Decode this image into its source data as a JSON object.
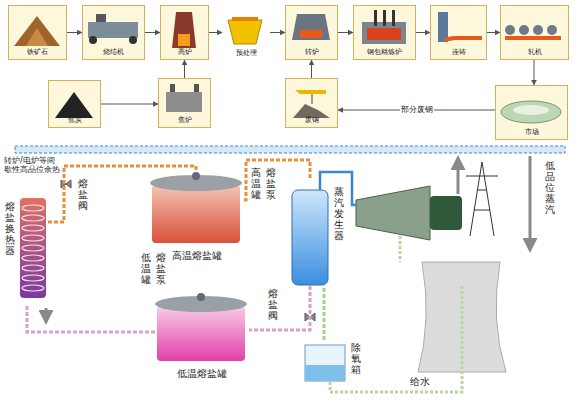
{
  "diagram": {
    "nodes": [
      {
        "text": [
          "铁矿石"
        ]
      },
      {
        "text": [
          "烧结机"
        ]
      },
      {
        "text": [
          "高炉"
        ]
      },
      {
        "text": [
          "预处理"
        ]
      },
      {
        "text": [
          "转炉"
        ]
      },
      {
        "text": [
          "钢包精炼炉"
        ]
      },
      {
        "text": [
          "连铸"
        ]
      },
      {
        "text": [
          "轧机"
        ]
      },
      {
        "text": [
          "焦炭"
        ]
      },
      {
        "text": [
          "焦炉"
        ]
      },
      {
        "text": [
          "废钢"
        ]
      },
      {
        "text": [
          "市场"
        ]
      },
      {
        "text": [
          "熔盐换热器"
        ]
      },
      {
        "text": [
          "高温熔盐罐"
        ]
      },
      {
        "text": [
          "蒸汽发生器"
        ]
      },
      {
        "text": [
          "低温熔盐罐"
        ]
      },
      {
        "text": [
          "除氧箱"
        ]
      }
    ],
    "edges": [
      {
        "from": 0,
        "to": 1,
        "arrow": "to"
      },
      {
        "from": 1,
        "to": 2,
        "arrow": "to"
      },
      {
        "from": 2,
        "to": 3,
        "arrow": "to"
      },
      {
        "from": 3,
        "to": 4,
        "arrow": "to"
      },
      {
        "from": 4,
        "to": 5,
        "arrow": "to"
      },
      {
        "from": 5,
        "to": 6,
        "arrow": "to"
      },
      {
        "from": 6,
        "to": 7,
        "arrow": "to"
      },
      {
        "from": 8,
        "to": 9,
        "arrow": "to"
      },
      {
        "from": 9,
        "to": 2,
        "arrow": "to"
      },
      {
        "from": 10,
        "to": 4,
        "arrow": "to"
      },
      {
        "from": 7,
        "to": 11,
        "arrow": "to"
      },
      {
        "from": 11,
        "to": 10,
        "label": "部分废钢",
        "arrow": "to"
      },
      {
        "from": 12,
        "to": 13,
        "arrow": "none"
      },
      {
        "from": 13,
        "to": 14,
        "arrow": "none"
      },
      {
        "from": 14,
        "to": 15,
        "arrow": "none"
      },
      {
        "from": 15,
        "to": 12,
        "arrow": "none"
      },
      {
        "from": 16,
        "to": 14,
        "arrow": "none"
      }
    ],
    "labels": [
      "转炉/电炉等间歇性高品位余热",
      "熔盐阀",
      "高温罐",
      "熔盐泵",
      "低温罐",
      "熔盐泵",
      "熔盐阀",
      "给水",
      "低品位蒸汽"
    ]
  }
}
